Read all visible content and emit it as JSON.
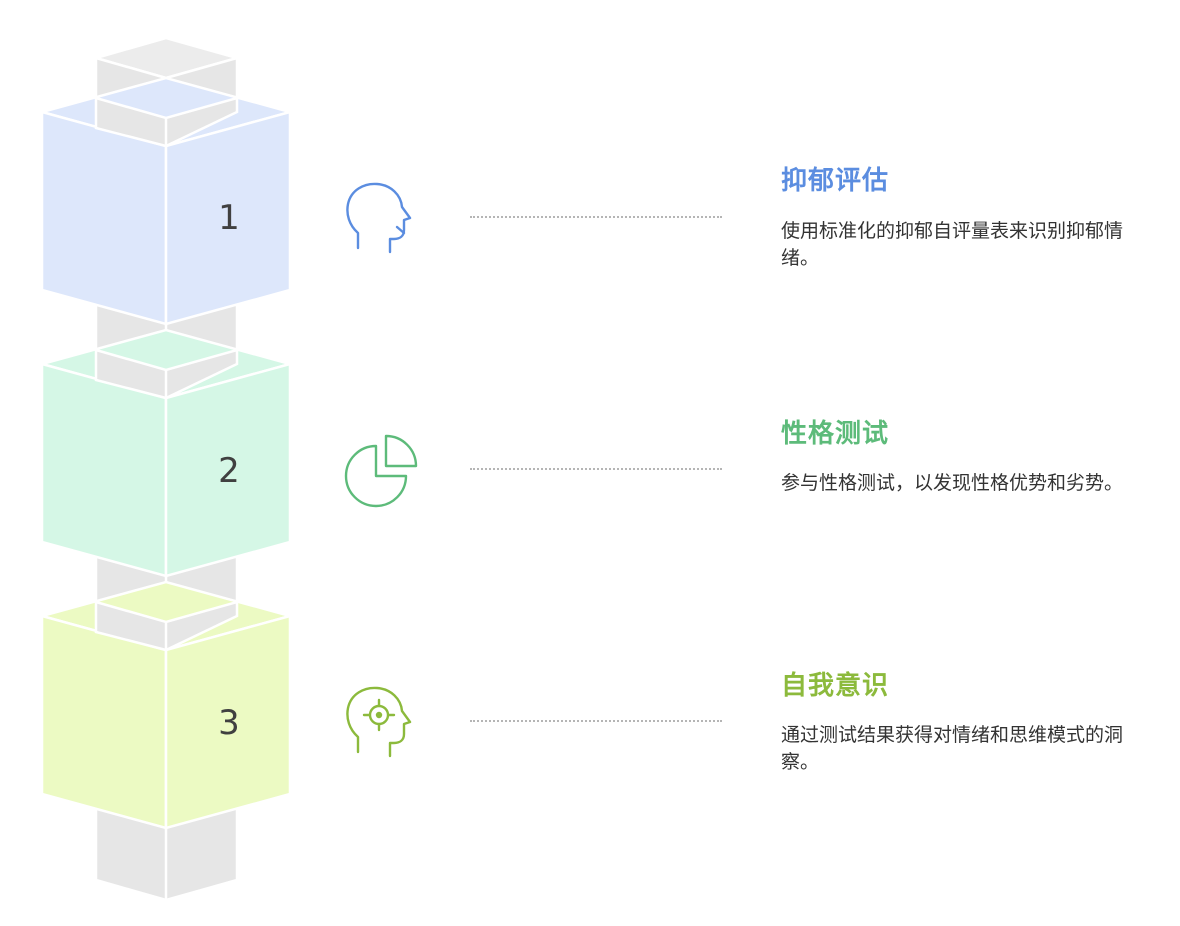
{
  "steps": [
    {
      "number": "1",
      "title": "抑郁评估",
      "description": "使用标准化的抑郁自评量表来识别抑郁情绪。",
      "icon": "head-speaking-icon",
      "accent": "#5b8de0",
      "fill": "#dde7fb"
    },
    {
      "number": "2",
      "title": "性格测试",
      "description": "参与性格测试，以发现性格优势和劣势。",
      "icon": "pie-chart-icon",
      "accent": "#5dbb7a",
      "fill": "#d5f7e6"
    },
    {
      "number": "3",
      "title": "自我意识",
      "description": "通过测试结果获得对情绪和思维模式的洞察。",
      "icon": "head-target-icon",
      "accent": "#8cba3c",
      "fill": "#ecfac3"
    }
  ]
}
